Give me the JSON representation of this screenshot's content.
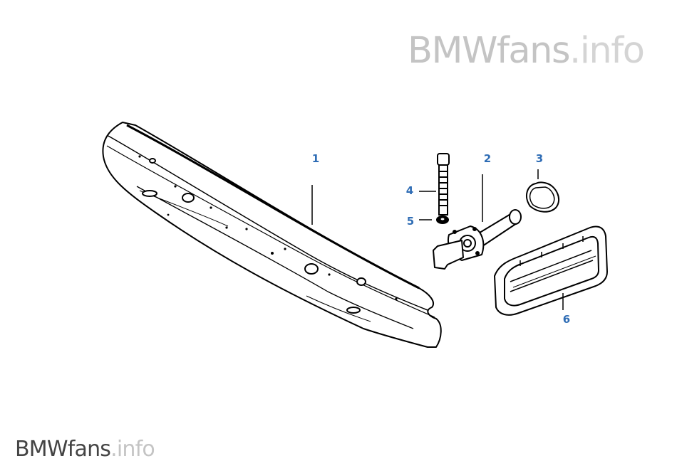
{
  "watermark_top": {
    "brand": "BMWfans",
    "tld": ".info"
  },
  "watermark_bottom": {
    "brand": "BMWfans",
    "tld": ".info"
  },
  "callout_color": "#2f6db5",
  "callouts": [
    {
      "id": "1",
      "part": "bumper-carrier"
    },
    {
      "id": "2",
      "part": "impact-absorber"
    },
    {
      "id": "3",
      "part": "gasket"
    },
    {
      "id": "4",
      "part": "screw"
    },
    {
      "id": "5",
      "part": "washer"
    },
    {
      "id": "6",
      "part": "trim-frame"
    }
  ]
}
